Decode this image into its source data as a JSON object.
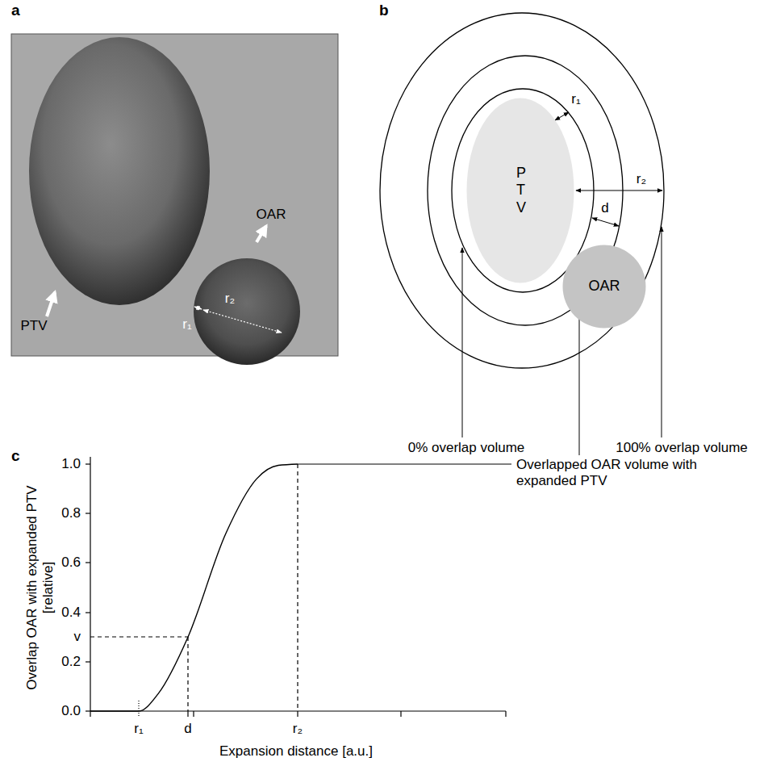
{
  "diagram": {
    "nodes": [
      {
        "text": [
          "P T V"
        ]
      },
      {
        "text": [
          "OAR"
        ]
      }
    ],
    "labels": [
      "a",
      "OAR",
      "PTV",
      "r₁",
      "r₂",
      "b",
      "r₁",
      "r₂",
      "d",
      "0% overlap volume",
      "Overlapped OAR volume with expanded PTV",
      "100% overlap volume",
      "c",
      "1.0",
      "0.8",
      "0.6",
      "0.4",
      "0.2",
      "0.0",
      "v",
      "Overlap OAR with expanded PTV [relative]",
      "r₁",
      "d",
      "r₂",
      "Expansion distance [a.u.]"
    ]
  }
}
